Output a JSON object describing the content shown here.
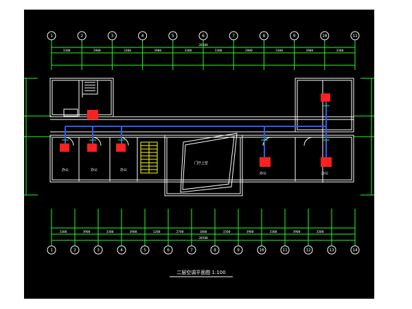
{
  "drawing": {
    "background": "#000000",
    "line_color": "#22ff22",
    "wall_color": "#ffffff",
    "pipe_color": "#2a5cff",
    "equipment_color": "#ff2020",
    "stair_color": "#ffff00",
    "title": "二层空调平面图 1:100"
  },
  "axes_top": [
    "1",
    "2",
    "3",
    "4",
    "5",
    "6",
    "7",
    "8",
    "9",
    "10",
    "11"
  ],
  "axes_bottom": [
    "1",
    "2",
    "3",
    "4",
    "5",
    "6",
    "7",
    "8",
    "9",
    "10",
    "11",
    "12",
    "13",
    "14"
  ],
  "dims_top": {
    "total": "28500",
    "segments": [
      "3300",
      "3900",
      "3300",
      "3900",
      "3300",
      "3300",
      "3900",
      "3300",
      "3900",
      "3300"
    ]
  },
  "dims_bottom": {
    "total": "28500",
    "segments": [
      "3300",
      "3900",
      "3300",
      "3900",
      "1200",
      "2700",
      "1800",
      "1500",
      "3900",
      "3300",
      "3900",
      "3300"
    ]
  },
  "rooms": {
    "room1": "办公",
    "room2": "办公",
    "room3": "办公",
    "hall": "门厅上空",
    "room4": "办公",
    "room5": "办公"
  }
}
